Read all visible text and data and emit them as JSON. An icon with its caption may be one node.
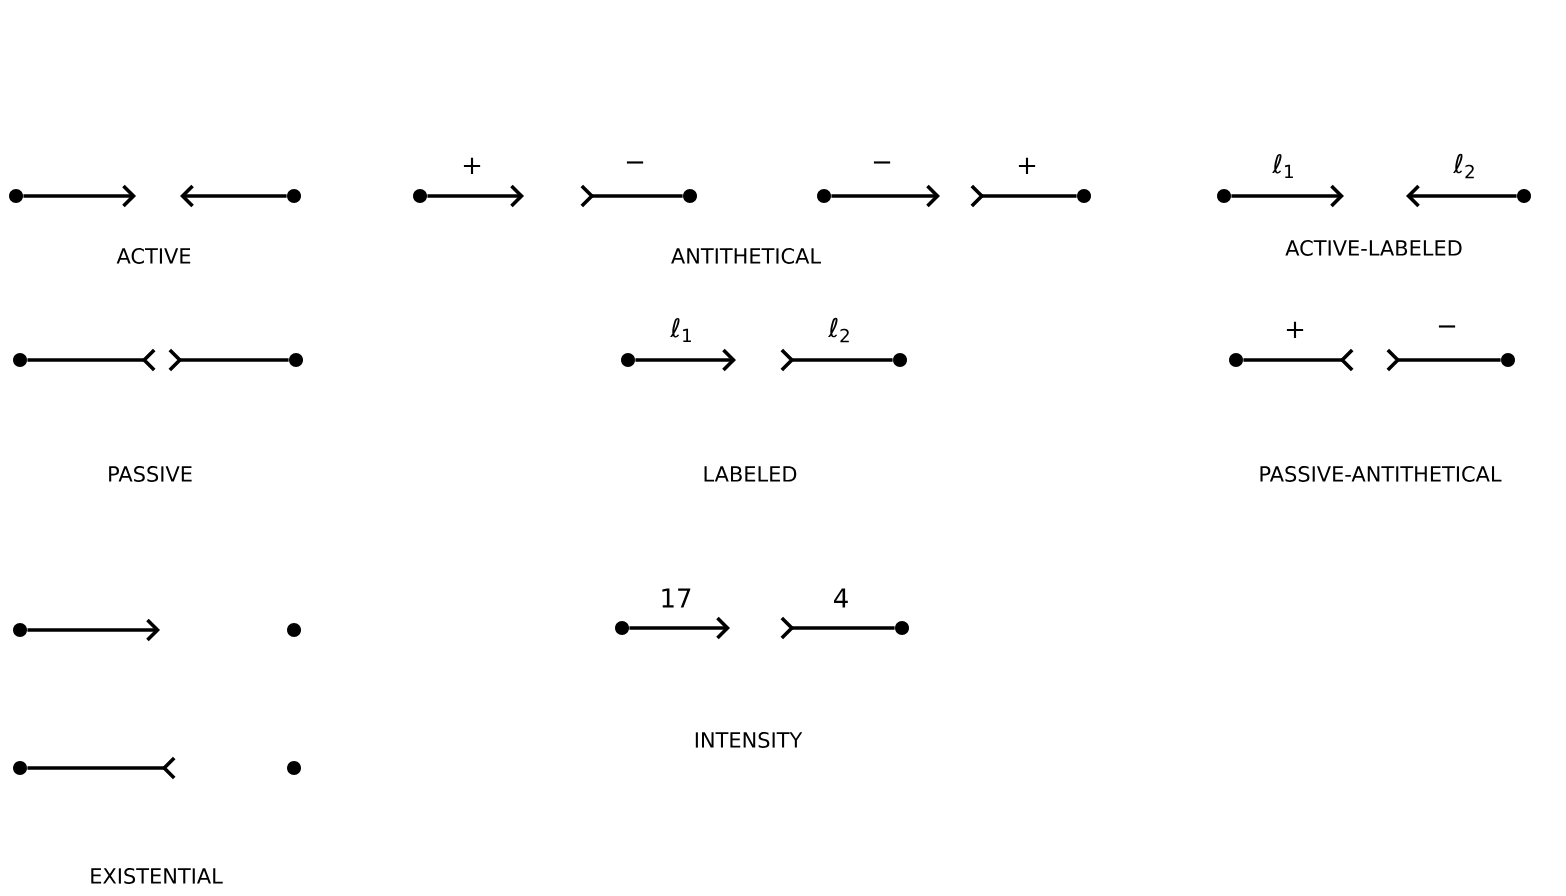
{
  "diagram": {
    "nodes": [
      {
        "text": [],
        "shape": "circle"
      },
      {
        "text": [],
        "shape": "circle"
      },
      {
        "text": [],
        "shape": "circle"
      },
      {
        "text": [],
        "shape": "circle"
      },
      {
        "text": [],
        "shape": "circle"
      },
      {
        "text": [],
        "shape": "circle"
      },
      {
        "text": [],
        "shape": "circle"
      },
      {
        "text": [],
        "shape": "circle"
      },
      {
        "text": [],
        "shape": "circle"
      },
      {
        "text": [],
        "shape": "circle"
      },
      {
        "text": [],
        "shape": "circle"
      },
      {
        "text": [],
        "shape": "circle"
      },
      {
        "text": [],
        "shape": "circle"
      },
      {
        "text": [],
        "shape": "circle"
      },
      {
        "text": [],
        "shape": "circle"
      },
      {
        "text": [],
        "shape": "circle"
      },
      {
        "text": [],
        "shape": "circle"
      },
      {
        "text": [],
        "shape": "circle"
      },
      {
        "text": [],
        "shape": "circle"
      },
      {
        "text": [],
        "shape": "circle"
      }
    ],
    "edges": [
      {
        "from": 0,
        "to": null,
        "arrow": "to"
      },
      {
        "from": 1,
        "to": null,
        "arrow": "to"
      },
      {
        "from": 2,
        "to": null,
        "arrow": "to",
        "label": "+"
      },
      {
        "from": 3,
        "to": null,
        "arrow": "other",
        "label": "−"
      },
      {
        "from": 4,
        "to": null,
        "arrow": "to",
        "label": "−"
      },
      {
        "from": 5,
        "to": null,
        "arrow": "other",
        "label": "+"
      },
      {
        "from": 6,
        "to": null,
        "arrow": "to",
        "label": "ℓ$_{1}$"
      },
      {
        "from": 7,
        "to": null,
        "arrow": "to",
        "label": "ℓ$_{2}$"
      },
      {
        "from": 8,
        "to": null,
        "arrow": "other"
      },
      {
        "from": 9,
        "to": null,
        "arrow": "other"
      },
      {
        "from": 10,
        "to": null,
        "arrow": "to",
        "label": "ℓ$_{1}$"
      },
      {
        "from": 11,
        "to": null,
        "arrow": "other",
        "label": "ℓ$_{2}$"
      },
      {
        "from": 12,
        "to": null,
        "arrow": "other",
        "label": "+"
      },
      {
        "from": 13,
        "to": null,
        "arrow": "other",
        "label": "−"
      },
      {
        "from": 14,
        "to": null,
        "arrow": "to"
      },
      {
        "from": 16,
        "to": null,
        "arrow": "to",
        "label": "17"
      },
      {
        "from": 17,
        "to": null,
        "arrow": "other",
        "label": "4"
      },
      {
        "from": 18,
        "to": null,
        "arrow": "other"
      }
    ],
    "labels": [
      "ACTIVE",
      "ANTITHETICAL",
      "ACTIVE-LABELED",
      "PASSIVE",
      "LABELED",
      "PASSIVE-ANTITHETICAL",
      "INTENSITY",
      "EXISTENTIAL"
    ]
  }
}
